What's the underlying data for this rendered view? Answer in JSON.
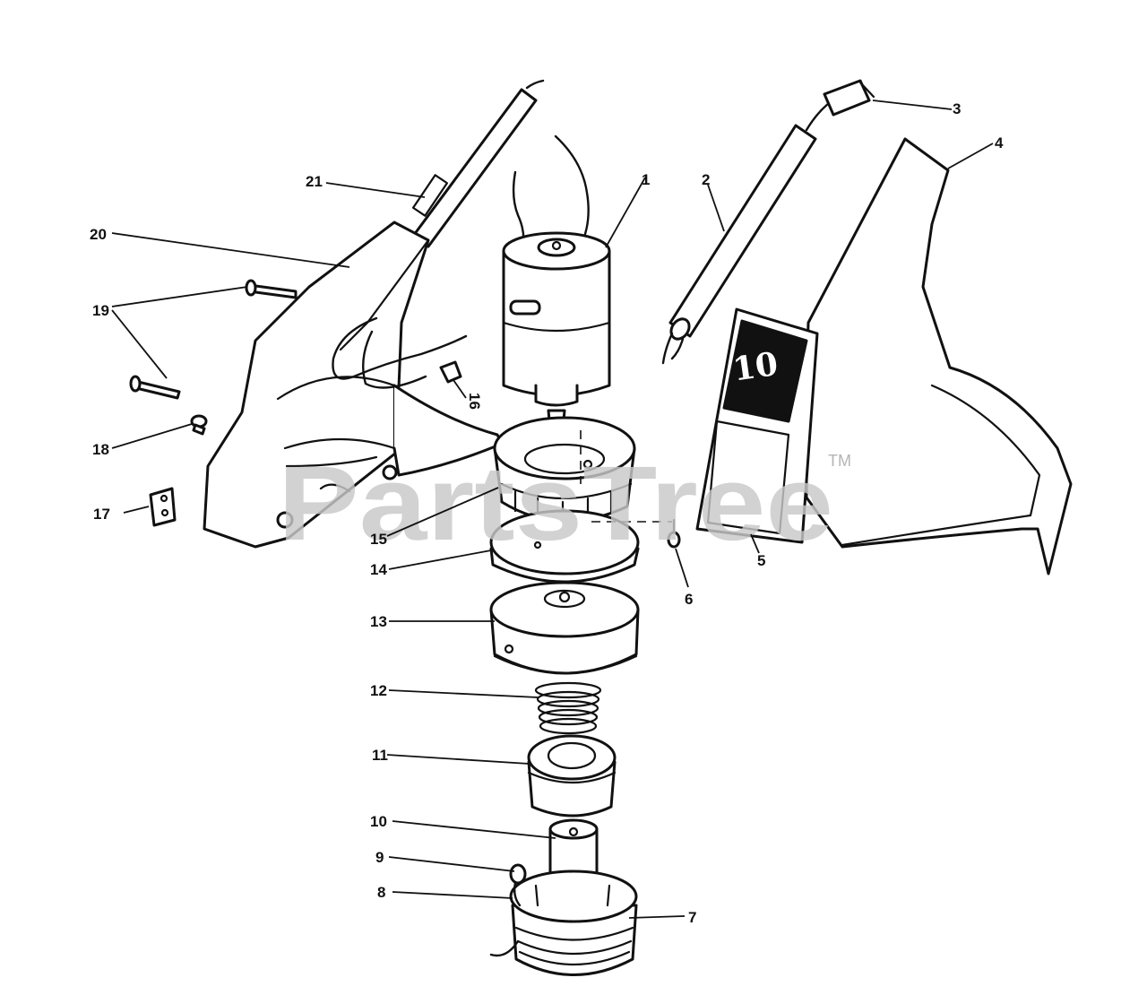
{
  "watermark": {
    "text": "PartsTree",
    "trademark": "TM"
  },
  "decal": {
    "text": "10"
  },
  "callouts": [
    "1",
    "2",
    "3",
    "4",
    "5",
    "6",
    "7",
    "8",
    "9",
    "10",
    "11",
    "12",
    "13",
    "14",
    "15",
    "16",
    "17",
    "18",
    "19",
    "20",
    "21"
  ]
}
